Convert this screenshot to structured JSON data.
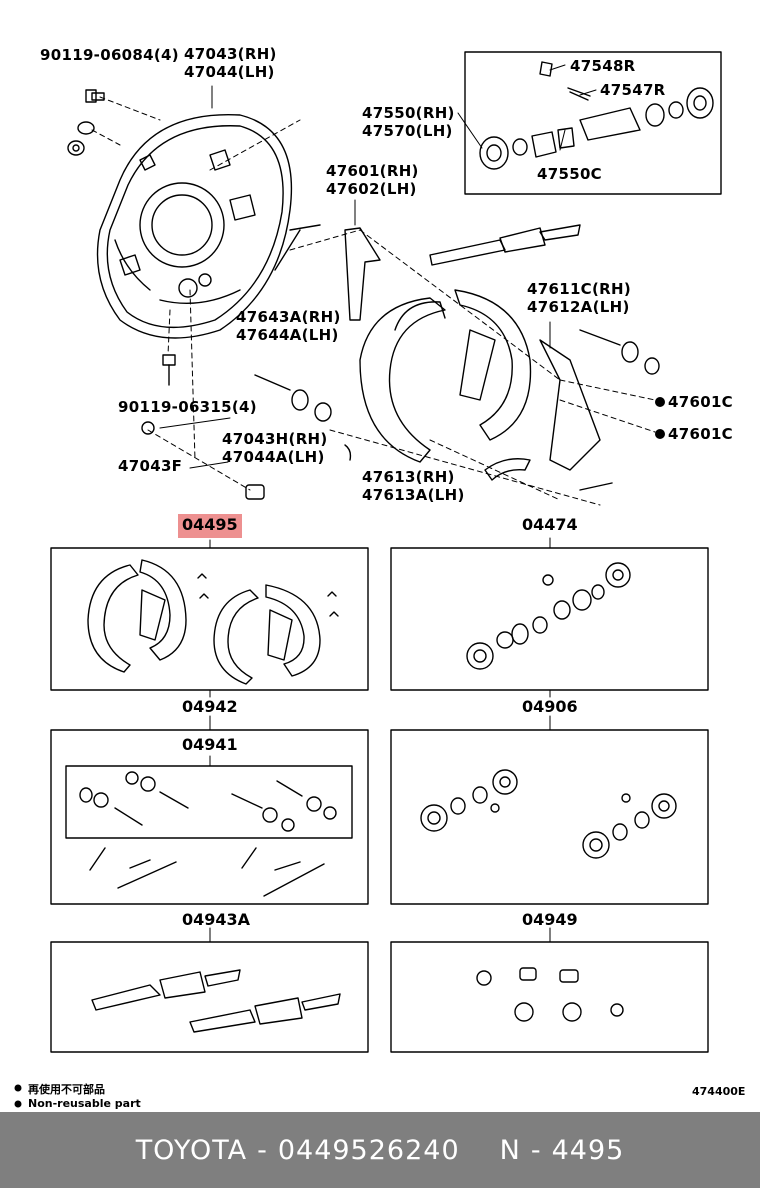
{
  "diagram": {
    "labels": {
      "p90119_06084": "90119-06084(4)",
      "p47043_rh": "47043(RH)",
      "p47044_lh": "47044(LH)",
      "p47548r": "47548R",
      "p47547r": "47547R",
      "p47550_rh": "47550(RH)",
      "p47570_lh": "47570(LH)",
      "p47550c": "47550C",
      "p47601_rh": "47601(RH)",
      "p47602_lh": "47602(LH)",
      "p47611c_rh": "47611C(RH)",
      "p47612a_lh": "47612A(LH)",
      "p47643a_rh": "47643A(RH)",
      "p47644a_lh": "47644A(LH)",
      "p90119_06315": "90119-06315(4)",
      "p47601c_a": "47601C",
      "p47601c_b": "47601C",
      "p47043h_rh": "47043H(RH)",
      "p47044a_lh": "47044A(LH)",
      "p47043f": "47043F",
      "p47613_rh": "47613(RH)",
      "p47613a_lh": "47613A(LH)"
    },
    "kits": {
      "k04495": "04495",
      "k04474": "04474",
      "k04942": "04942",
      "k04906": "04906",
      "k04941": "04941",
      "k04943a": "04943A",
      "k04949": "04949"
    },
    "legend": {
      "line1": "再使用不可部品",
      "line2": "Non-reusable part"
    },
    "diagram_code": "474400E"
  },
  "footer": {
    "brand": "TOYOTA",
    "sep1": "-",
    "part_number": "0449526240",
    "n_label": "N",
    "sep2": "-",
    "n_value": "4495"
  },
  "colors": {
    "highlight": "#ec8a8a",
    "footer_bg": "#7f7f7f",
    "footer_text": "#ffffff"
  }
}
